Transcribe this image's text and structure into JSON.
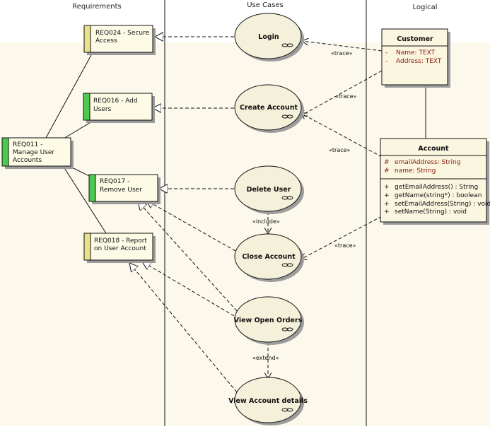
{
  "columns": {
    "requirements": "Requirements",
    "use_cases": "Use Cases",
    "logical": "Logical"
  },
  "requirements": {
    "req024": [
      "REQ024 - Secure",
      "Access"
    ],
    "req016": [
      "REQ016 - Add",
      "Users"
    ],
    "req011": [
      "REQ011 -",
      "Manage User",
      "Accounts"
    ],
    "req017": [
      "REQ017 -",
      "Remove User"
    ],
    "req018": [
      "REQ018 - Report",
      "on User Account"
    ]
  },
  "use_cases": {
    "login": "Login",
    "create_account": "Create Account",
    "delete_user": "Delete User",
    "close_account": "Close Account",
    "view_open_orders": "View Open Orders",
    "view_account_details": "View Account details"
  },
  "classes": {
    "customer": {
      "name": "Customer",
      "attributes": [
        {
          "vis": "-",
          "text": "Name:  TEXT"
        },
        {
          "vis": "-",
          "text": "Address:  TEXT"
        }
      ]
    },
    "account": {
      "name": "Account",
      "attributes": [
        {
          "vis": "#",
          "text": "emailAddress:  String"
        },
        {
          "vis": "#",
          "text": "name:  String"
        }
      ],
      "operations": [
        {
          "vis": "+",
          "text": "getEmailAddress() : String"
        },
        {
          "vis": "+",
          "text": "getName(string*) : boolean"
        },
        {
          "vis": "+",
          "text": "setEmailAddress(String) : void"
        },
        {
          "vis": "+",
          "text": "setName(String) : void"
        }
      ]
    }
  },
  "stereotypes": {
    "trace1": "«trace»",
    "trace2": "«trace»",
    "trace3": "«trace»",
    "trace4": "«trace»",
    "include": "«include»",
    "extend": "«extend»"
  },
  "colors": {
    "background": "#ffffff",
    "band": "#fcf8ec",
    "requirement_fill": "#fdfbe6",
    "requirement_bar_yellow": "#e8e28c",
    "requirement_bar_green": "#4ec94e",
    "use_case_fill": "#f4f0da",
    "class_fill": "#fbf6e0",
    "lane_line": "#111111",
    "shadow": "#9c9c9c",
    "attribute_text": "#8a1b0a"
  }
}
